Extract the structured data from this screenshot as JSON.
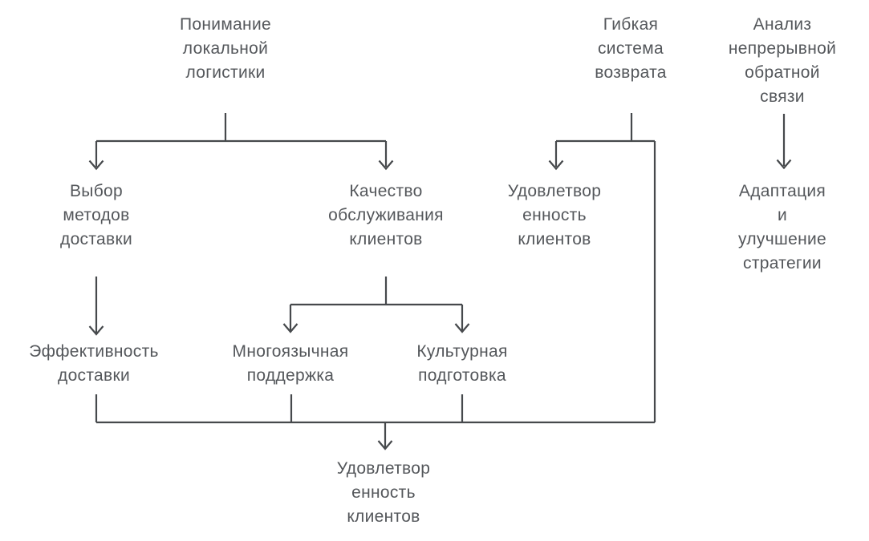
{
  "diagram": {
    "type": "flowchart",
    "background_color": "#ffffff",
    "line_color": "#46494c",
    "text_color": "#54575b",
    "nodes": {
      "understanding_local_logistics": {
        "label": "Понимание\nлокальной\nлогистики"
      },
      "flexible_return_system": {
        "label": "Гибкая\nсистема\nвозврата"
      },
      "continuous_feedback_analysis": {
        "label": "Анализ\nнепрерывной\nобратной\nсвязи"
      },
      "delivery_method_selection": {
        "label": "Выбор\nметодов\nдоставки"
      },
      "customer_service_quality": {
        "label": "Качество\nобслуживания\nклиентов"
      },
      "customer_satisfaction_mid": {
        "label": "Удовлетвор\nенность\nклиентов"
      },
      "strategy_adaptation": {
        "label": "Адаптация\nи\nулучшение\nстратегии"
      },
      "delivery_efficiency": {
        "label": "Эффективность\nдоставки"
      },
      "multilingual_support": {
        "label": "Многоязычная\nподдержка"
      },
      "cultural_training": {
        "label": "Культурная\nподготовка"
      },
      "customer_satisfaction_final": {
        "label": "Удовлетвор\nенность\nклиентов"
      }
    },
    "edges": [
      {
        "from": "Понимание локальной логистики",
        "to": "Выбор методов доставки"
      },
      {
        "from": "Понимание локальной логистики",
        "to": "Качество обслуживания клиентов"
      },
      {
        "from": "Выбор методов доставки",
        "to": "Эффективность доставки"
      },
      {
        "from": "Качество обслуживания клиентов",
        "to": "Многоязычная поддержка"
      },
      {
        "from": "Качество обслуживания клиентов",
        "to": "Культурная подготовка"
      },
      {
        "from": "Гибкая система возврата",
        "to": "Удовлетворенность клиентов"
      },
      {
        "from": "Гибкая система возврата",
        "to": "Удовлетворенность клиентов (итоговая)"
      },
      {
        "from": "Анализ непрерывной обратной связи",
        "to": "Адаптация и улучшение стратегии"
      },
      {
        "from": "Эффективность доставки",
        "to": "Удовлетворенность клиентов (итоговая)"
      },
      {
        "from": "Многоязычная поддержка",
        "to": "Удовлетворенность клиентов (итоговая)"
      },
      {
        "from": "Культурная подготовка",
        "to": "Удовлетворенность клиентов (итоговая)"
      }
    ]
  }
}
